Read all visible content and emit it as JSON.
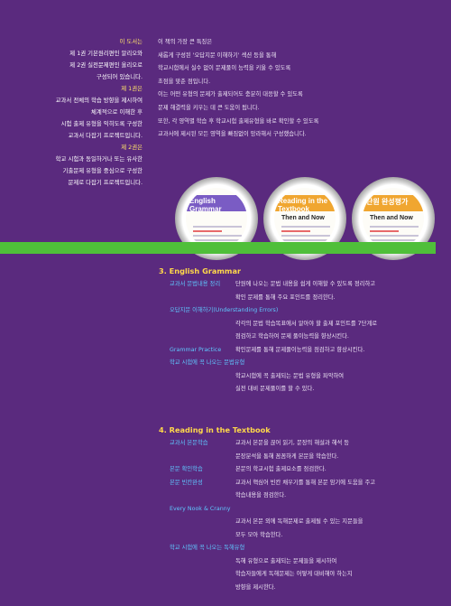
{
  "intro_left": [
    {
      "text": "이 도서는",
      "hl": true
    },
    {
      "text": "제 1권 기본원리편인 알리오와",
      "hl": false
    },
    {
      "text": "제 2권 실전문제편인 올리오로",
      "hl": false
    },
    {
      "text": "구성되어 있습니다.",
      "hl": false
    },
    {
      "text": "제 1권은",
      "hl": true
    },
    {
      "text": "교과서 전체의 학습 방향을 제시하여",
      "hl": false
    },
    {
      "text": "체계적으로 이해한 후",
      "hl": false
    },
    {
      "text": "시험 출제 유형을 익히도록 구성한",
      "hl": false
    },
    {
      "text": "교과서 다잡기 프로젝트입니다.",
      "hl": false
    },
    {
      "text": "제 2권은",
      "hl": true
    },
    {
      "text": "학교 시험과 동일하거나 또는 유사한",
      "hl": false
    },
    {
      "text": "기출문제 유형을 중심으로 구성한",
      "hl": false
    },
    {
      "text": "문제로 다잡기 프로젝트입니다.",
      "hl": false
    }
  ],
  "intro_right": [
    "이 책의 가장 큰 특징은",
    "새롭게 구성된 '오답지문 이해하기' 섹션 등을 통해",
    "학교시험에서 실수 없이 문제풀이 능력을 키울 수 있도록",
    "초점을 맞춘 점입니다.",
    "이는 어떤 유형의 문제가 출제되어도 충분히 대응할 수 있도록",
    "문제 해결력을 키우는 데 큰 도움이 됩니다.",
    "또한, 각 영역별 학습 후 학교시험 출제유형을 바로 확인할 수 있도록",
    "교과서에 제시된 모든 영역을 빠짐없이 망라해서 구성했습니다."
  ],
  "thumbnails": [
    {
      "band": "English Grammar",
      "head": "",
      "band_color": "#7a5cc4"
    },
    {
      "band": "Reading in the Textbook",
      "head": "Then and Now",
      "band_color": "#f0a630"
    },
    {
      "band": "단원 완성평가",
      "head": "Then and Now",
      "band_color": "#f0a630"
    }
  ],
  "section3": {
    "title": "3. English Grammar",
    "rows": [
      {
        "label": "교과서 문법내용 정리",
        "lines": [
          "단원에 나오는 문법 내용을 쉽게 이해할 수 있도록 정리하고",
          "확인 문제를 통해 주요 포인트를 정리한다."
        ]
      },
      {
        "label": "오답지문 이해하기(Understanding Errors)",
        "lines": [
          "각각의 문법 학습목표에서 알아야 할 출제 포인트를 7단계로",
          "점검하고 학습하여 문제 풀이능력을 향상시킨다."
        ]
      },
      {
        "label": "Grammar Practice",
        "lines": [
          "확인문제를 통해 문제풀이능력을 점검하고 향상시킨다."
        ]
      },
      {
        "label": "학교 시험에 꼭 나오는 문법유형",
        "lines": [
          "학교시험에 꼭 출제되는 문법 유형을 파악하여",
          "실전 대비 문제풀이를 할 수 있다."
        ]
      }
    ]
  },
  "section4": {
    "title": "4. Reading in the Textbook",
    "rows": [
      {
        "label": "교과서 본문학습",
        "lines": [
          "교과서 본문을 끊어 읽기, 문장의 해설과 해석 등",
          "문장분석을 통해 꼼꼼하게 본문을 학습한다."
        ]
      },
      {
        "label": "본문 확인학습",
        "lines": [
          "본문의 학교시험 출제요소를 점검한다."
        ]
      },
      {
        "label": "본문 빈칸완성",
        "lines": [
          "교과서 핵심어 빈칸 채우기를 통해 본문 암기에 도움을 주고",
          "학습내용을 점검한다."
        ]
      },
      {
        "label": "Every Nook & Cranny",
        "lines": [
          "교과서 본문 외에 독해문제로 출제될 수 있는 지문들을",
          "모두 모아 학습한다."
        ]
      },
      {
        "label": "학교 시험에 꼭 나오는 독해유형",
        "lines": [
          "독해 유형으로 출제되는 문제들을 제시하여",
          "학습자들에게 독해문제는 어떻게 대비해야 하는지",
          "방향을 제시한다."
        ]
      }
    ]
  },
  "colors": {
    "background": "#5a2a7e",
    "accent_yellow": "#ffd84a",
    "accent_blue": "#5fc8ff",
    "green_bar": "#4fbf3a"
  }
}
